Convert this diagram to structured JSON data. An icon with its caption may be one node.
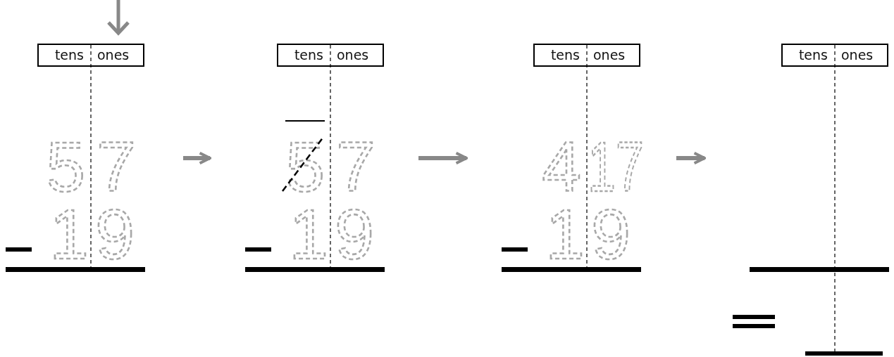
{
  "diagram": {
    "nodes": [
      {
        "text": [
          "tens",
          "ones",
          "5",
          "7",
          "1",
          "9"
        ]
      },
      {
        "text": [
          "tens",
          "ones",
          "5",
          "7",
          "1",
          "9"
        ]
      },
      {
        "text": [
          "tens",
          "ones",
          "4",
          "17",
          "1",
          "9"
        ]
      },
      {
        "text": [
          "tens",
          "ones"
        ]
      }
    ],
    "edges": [
      {
        "from": 0,
        "to": 1,
        "arrow": "to"
      },
      {
        "from": 1,
        "to": 2,
        "arrow": "to"
      },
      {
        "from": 2,
        "to": 3,
        "arrow": "to"
      }
    ]
  }
}
